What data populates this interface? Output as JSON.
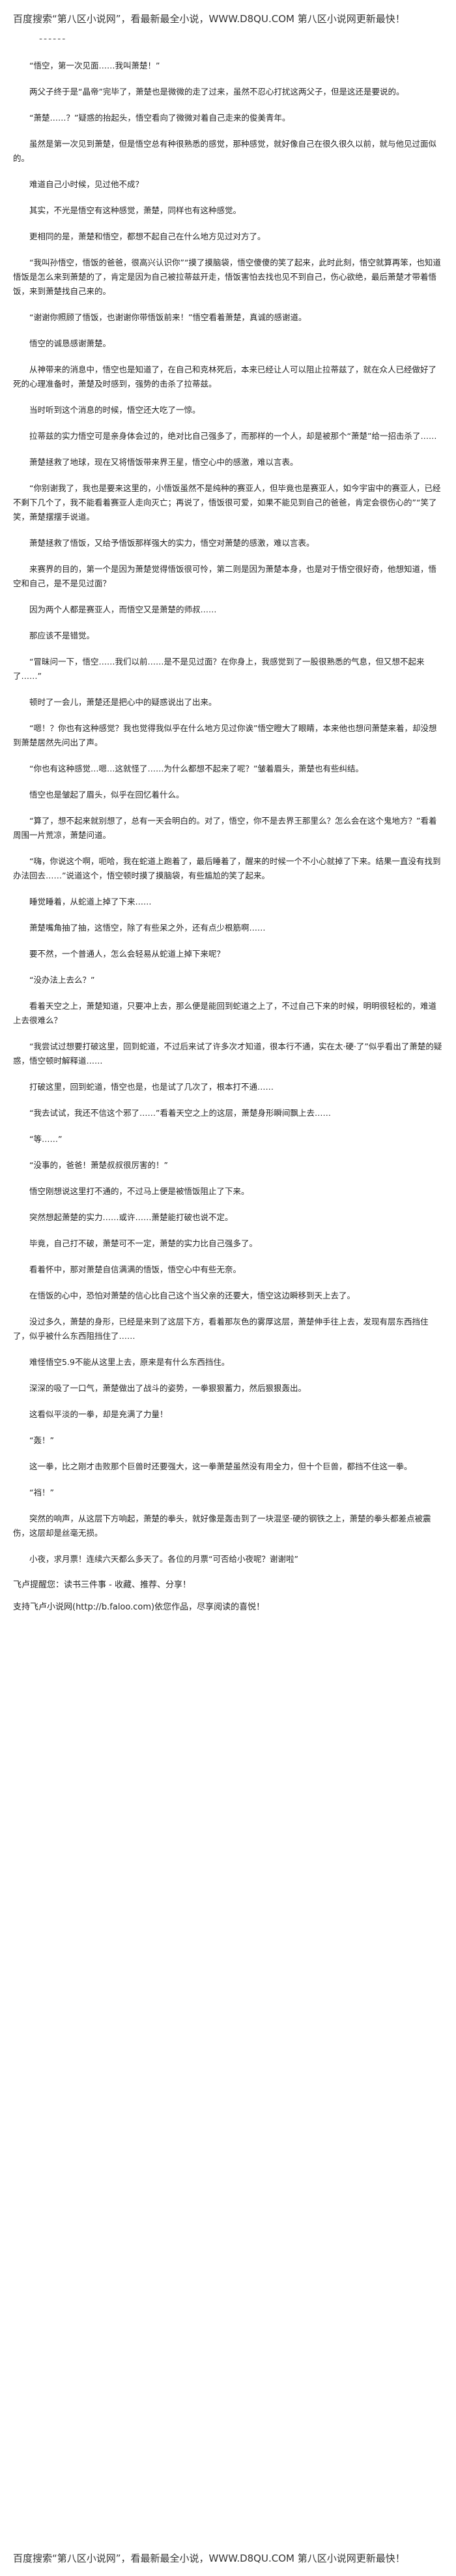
{
  "header": {
    "banner": "百度搜索“第八区小说网”，看最新最全小说，WWW.D8QU.COM  第八区小说网更新最快！"
  },
  "separator": "------",
  "paragraphs": [
    "“悟空，第一次见面……我叫萧楚！”",
    "两父子终于是“晶帝”完毕了，萧楚也是微微的走了过来，虽然不忍心打扰这两父子，但是这还是要说的。",
    "“萧楚……？”疑惑的抬起头，悟空看向了微微对着自己走来的俊美青年。",
    "虽然是第一次见到萧楚，但是悟空总有种很熟悉的感觉，那种感觉，就好像自己在很久很久以前，就与他见过面似的。",
    "难道自己小时候，见过他不成？",
    "其实，不光是悟空有这种感觉，萧楚，同样也有这种感觉。",
    "更相同的是，萧楚和悟空，都想不起自己在什么地方见过对方了。",
    "“我叫孙悟空，悟饭的爸爸，很高兴认识你”“摸了摸脑袋，悟空傻傻的笑了起来，此时此刻，悟空就算再笨，也知道悟饭是怎么来到萧楚的了，肯定是因为自己被拉蒂兹开走，悟饭害怕去找也见不到自己，伤心欲绝，最后萧楚才带着悟饭，来到萧楚找自己来的。",
    "“谢谢你照顾了悟饭，也谢谢你带悟饭前来！”悟空看着萧楚，真诚的感谢道。",
    "悟空的诚恳感谢萧楚。",
    "从神带来的消息中，悟空也是知道了，在自己和克林死后，本来已经让人可以阻止拉蒂兹了，就在众人已经做好了死的心理准备时，萧楚及时感到，强势的击杀了拉蒂兹。",
    "当时听到这个消息的时候，悟空还大吃了一惊。",
    "拉蒂兹的实力悟空可是亲身体会过的，绝对比自己强多了，而那样的一个人，却是被那个“萧楚”给一招击杀了……",
    "萧楚拯救了地球，现在又将悟饭带来界王星，悟空心中的感激，难以言表。",
    "“你别谢我了，我也是要来这里的，小悟饭虽然不是纯种的赛亚人，但毕竟也是赛亚人，如今宇宙中的赛亚人，已经不剩下几个了，我不能看着赛亚人走向灭亡；再说了，悟饭很可爱，如果不能见到自己的爸爸，肯定会很伤心的”“笑了笑，萧楚摆摆手说道。",
    "萧楚拯救了悟饭，又给予悟饭那样强大的实力，悟空对萧楚的感激，难以言表。",
    "来赛界的目的，第一个是因为萧楚觉得悟饭很可怜，第二则是因为萧楚本身，也是对于悟空很好奇，他想知道，悟空和自己，是不是见过面？",
    "因为两个人都是赛亚人，而悟空又是萧楚的师叔……",
    "那应该不是错觉。",
    "“冒昧问一下，悟空……我们以前……是不是见过面？在你身上，我感觉到了一股很熟悉的气息，但又想不起来了……”",
    "顿时了一会儿，萧楚还是把心中的疑惑说出了出来。",
    "“嗯！？你也有这种感觉？我也觉得我似乎在什么地方见过你诶”悟空瞪大了眼睛，本来他也想问萧楚来着，却没想到萧楚居然先问出了声。",
    "“你也有这种感觉…嗯…这就怪了……为什么都想不起来了呢？”皱着眉头，萧楚也有些纠结。",
    "悟空也是皱起了眉头，似乎在回忆着什么。",
    "“算了，想不起来就别想了，总有一天会明白的。对了，悟空，你不是去界王那里么？怎么会在这个鬼地方？”看着周围一片荒凉，萧楚问道。",
    "“嗨，你说这个啊，呃哈，我在蛇道上跑着了，最后睡着了，醒来的时候一个不小心就掉了下来。结果一直没有找到办法回去……”说道这个，悟空顿时摸了摸脑袋，有些尴尬的笑了起来。",
    "睡觉睡着，从蛇道上掉了下来……",
    "萧楚嘴角抽了抽，这悟空，除了有些呆之外，还有点少根筋啊……",
    "要不然，一个普通人，怎么会轻易从蛇道上掉下来呢？",
    "“没办法上去么？”",
    "看着天空之上，萧楚知道，只要冲上去，那么便是能回到蛇道之上了，不过自己下来的时候，明明很轻松的，难道上去很难么？",
    "“我尝试过想要打破这里，回到蛇道，不过后来试了许多次才知道，很本行不通，实在太·硬·了”似乎看出了萧楚的疑惑，悟空顿时解释道……",
    "打破这里，回到蛇道，悟空也是，也是试了几次了，根本打不通……",
    "“我去试试，我还不信这个邪了……”看着天空之上的这层，萧楚身形瞬间飘上去……",
    "“等……”",
    "“没事的，爸爸！萧楚叔叔很厉害的！”",
    "悟空刚想说这里打不通的，不过马上便是被悟饭阻止了下来。",
    "突然想起萧楚的实力……或许……萧楚能打破也说不定。",
    "毕竟，自己打不破，萧楚可不一定，萧楚的实力比自己强多了。",
    "看着怀中，那对萧楚自信满满的悟饭，悟空心中有些无奈。",
    "在悟饭的心中，恐怕对萧楚的信心比自己这个当父亲的还要大，悟空这边瞬移到天上去了。",
    "没过多久，萧楚的身形，已经是来到了这层下方，看着那灰色的雾厚这层，萧楚伸手往上去，发现有层东西挡住了，似乎被什么东西阻挡住了……",
    "难怪悟空5.9不能从这里上去，原来是有什么东西挡住。",
    "深深的吸了一口气，萧楚做出了战斗的姿势，一拳狠狠蓄力，然后狠狠轰出。",
    "这看似平淡的一拳，却是充满了力量！",
    "“轰！”",
    "这一拳，比之刚才击败那个巨兽时还要强大，这一拳萧楚虽然没有用全力，但十个巨兽，都挡不住这一拳。",
    "“裆！”",
    "突然的响声，从这层下方响起，萧楚的拳头，就好像是轰击到了一块混坚·硬的钢铁之上，萧楚的拳头都差点被震伤，这层却是丝毫无损。",
    "小夜，求月票！连续六天都么多天了。各位的月票“可否给小夜呢？谢谢啦”"
  ],
  "footer": {
    "promo": "飞卢提醒您：读书三件事 - 收藏、推荐、分享！",
    "support": "支持飞卢小说网(http://b.faloo.com)依您作品，尽享阅读的喜悦！",
    "banner": "百度搜索“第八区小说网”，看最新最全小说，WWW.D8QU.COM  第八区小说网更新最快！"
  }
}
